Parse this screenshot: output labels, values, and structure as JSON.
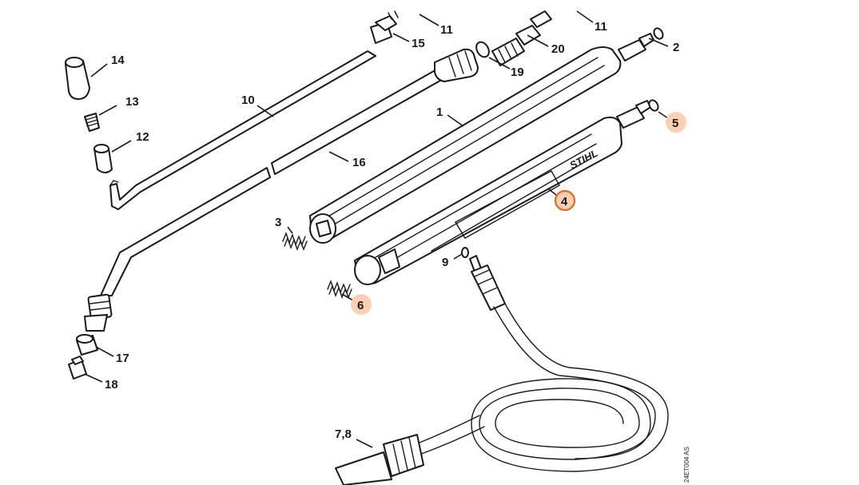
{
  "diagram": {
    "image_code": "24ET004 AS",
    "brand_text": "STIHL",
    "highlight_fill": "#fbd0b2",
    "selected_stroke": "#e06a1a",
    "callouts": [
      {
        "id": "c1",
        "text": "1",
        "state": "normal"
      },
      {
        "id": "c2",
        "text": "2",
        "state": "normal"
      },
      {
        "id": "c3",
        "text": "3",
        "state": "normal"
      },
      {
        "id": "c4",
        "text": "4",
        "state": "selected"
      },
      {
        "id": "c5",
        "text": "5",
        "state": "highlight"
      },
      {
        "id": "c6",
        "text": "6",
        "state": "highlight"
      },
      {
        "id": "c78",
        "text": "7,8",
        "state": "normal"
      },
      {
        "id": "c9",
        "text": "9",
        "state": "normal"
      },
      {
        "id": "c10",
        "text": "10",
        "state": "normal"
      },
      {
        "id": "c11a",
        "text": "11",
        "state": "normal"
      },
      {
        "id": "c11b",
        "text": "11",
        "state": "normal"
      },
      {
        "id": "c12",
        "text": "12",
        "state": "normal"
      },
      {
        "id": "c13",
        "text": "13",
        "state": "normal"
      },
      {
        "id": "c14",
        "text": "14",
        "state": "normal"
      },
      {
        "id": "c15",
        "text": "15",
        "state": "normal"
      },
      {
        "id": "c16",
        "text": "16",
        "state": "normal"
      },
      {
        "id": "c17",
        "text": "17",
        "state": "normal"
      },
      {
        "id": "c18",
        "text": "18",
        "state": "normal"
      },
      {
        "id": "c19",
        "text": "19",
        "state": "normal"
      },
      {
        "id": "c20",
        "text": "20",
        "state": "normal"
      }
    ]
  }
}
